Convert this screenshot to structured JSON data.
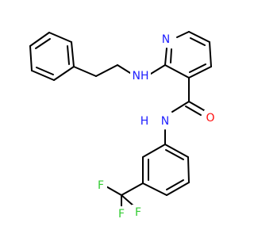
{
  "molecule": {
    "atoms": [
      {
        "id": "pyridine-n",
        "label": "N",
        "color": "#1f1fff"
      },
      {
        "id": "amine-nh",
        "label": "NH",
        "color": "#1f1fff"
      },
      {
        "id": "carbonyl-o",
        "label": "O",
        "color": "#ff0d0d"
      },
      {
        "id": "amide-n",
        "label": "N",
        "color": "#1f1fff"
      },
      {
        "id": "amide-h",
        "label": "H",
        "color": "#1f1fff"
      },
      {
        "id": "fluorine-1",
        "label": "F",
        "color": "#33cc33"
      },
      {
        "id": "fluorine-2",
        "label": "F",
        "color": "#33cc33"
      },
      {
        "id": "fluorine-3",
        "label": "F",
        "color": "#33cc33"
      }
    ],
    "bond_color": "#000000"
  }
}
